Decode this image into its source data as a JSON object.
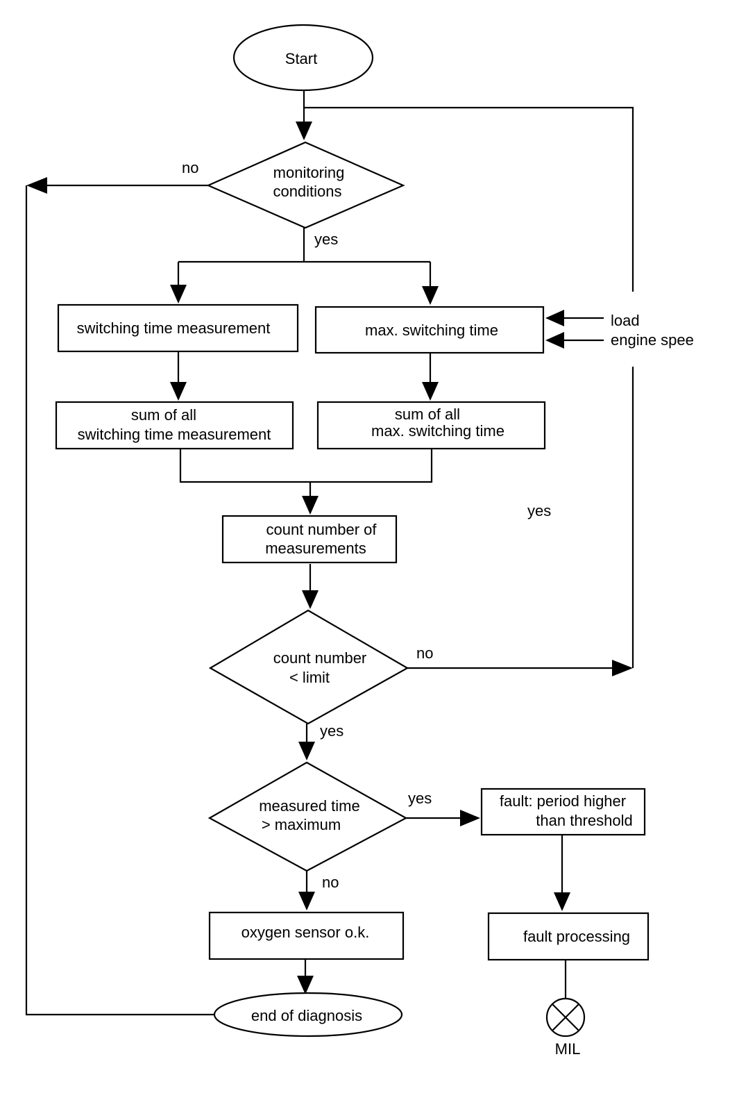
{
  "nodes": {
    "start": "Start",
    "monitoring": [
      "monitoring",
      "conditions"
    ],
    "switching_measurement": "switching time measurement",
    "max_switching": "max. switching time",
    "sum_measurement": [
      "sum of all",
      "switching time measurement"
    ],
    "sum_max": [
      "sum of all",
      "max. switching time"
    ],
    "count_measurements": [
      "count number of",
      "measurements"
    ],
    "count_limit": [
      "count number",
      "< limit"
    ],
    "measured_time": [
      "measured time",
      "> maximum"
    ],
    "fault_period": [
      "fault: period higher",
      "than threshold"
    ],
    "sensor_ok": "oxygen sensor o.k.",
    "fault_processing": "fault processing",
    "end": "end of diagnosis"
  },
  "inputs": {
    "load": "load",
    "engine_speed": "engine spee"
  },
  "edge_labels": {
    "monitoring_no": "no",
    "monitoring_yes": "yes",
    "loop_yes": "yes",
    "count_no": "no",
    "count_yes": "yes",
    "measured_yes": "yes",
    "measured_no": "no"
  },
  "indicator": {
    "label": "MIL",
    "icon": "lamp-cross-icon"
  }
}
